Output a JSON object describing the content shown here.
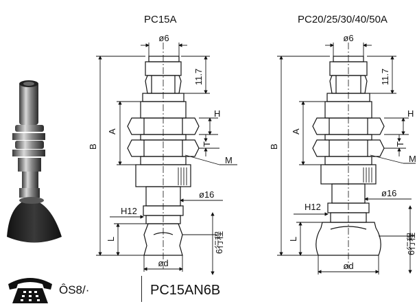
{
  "titles": {
    "left": "PC15A",
    "right": "PC20/25/30/40/50A"
  },
  "left_drawing": {
    "d_top": "ø6",
    "dim_117": "11.7",
    "dim_H": "H",
    "dim_A": "A",
    "dim_B": "B",
    "dim_T": "T",
    "dim_M": "M",
    "dim_16": "ø16",
    "dim_H12": "H12",
    "dim_L": "L",
    "dim_stroke": "6行程",
    "dim_d": "ød"
  },
  "right_drawing": {
    "d_top": "ø6",
    "dim_117": "11.7",
    "dim_H": "H",
    "dim_A": "A",
    "dim_B": "B",
    "dim_T": "T",
    "dim_M": "M",
    "dim_16": "ø16",
    "dim_H12": "H12",
    "dim_L": "L",
    "dim_stroke": "6行程",
    "dim_d": "ød"
  },
  "footer": {
    "phone_text": "ÔS8/·",
    "model_code": "PC15AN6B"
  },
  "icons": {
    "phone": "telephone-icon",
    "photo": "vacuum-pad-photo"
  }
}
